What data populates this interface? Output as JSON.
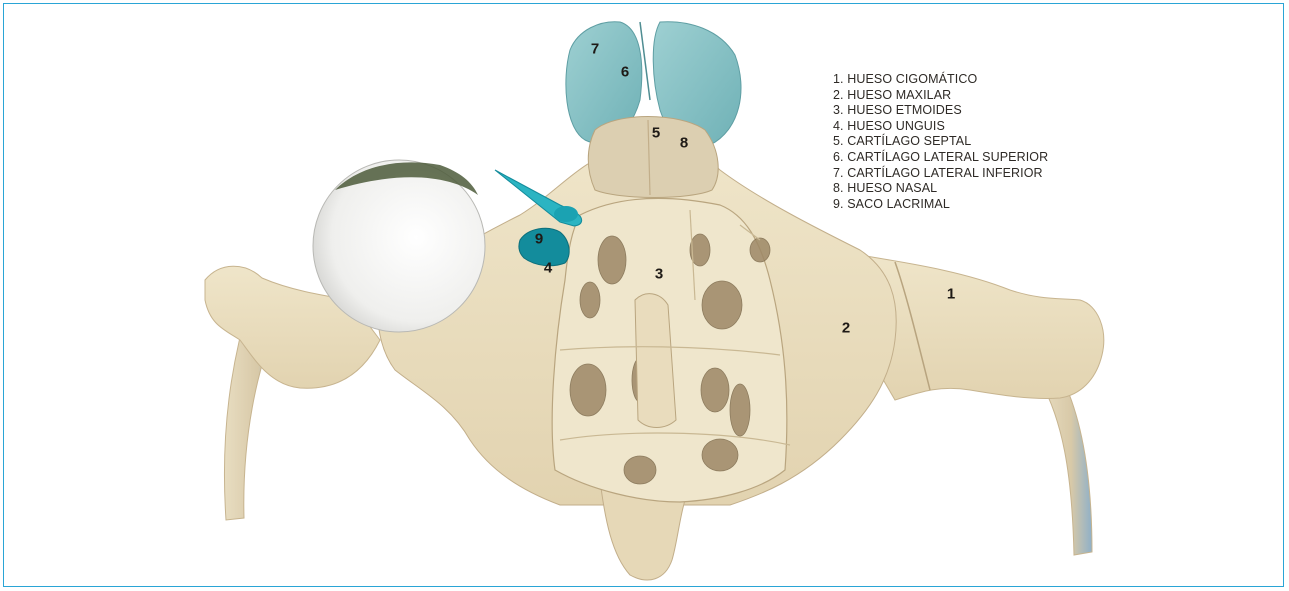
{
  "legend": {
    "items": [
      "1. HUESO CIGOMÁTICO",
      "2. HUESO MAXILAR",
      "3. HUESO ETMOIDES",
      "4. HUESO UNGUIS",
      "5. CARTÍLAGO SEPTAL",
      "6. CARTÍLAGO LATERAL SUPERIOR",
      "7. CARTÍLAGO LATERAL INFERIOR",
      "8. HUESO NASAL",
      "9. SACO LACRIMAL"
    ]
  },
  "markers": {
    "m1": "1",
    "m2": "2",
    "m3": "3",
    "m4": "4",
    "m5": "5",
    "m6": "6",
    "m7": "7",
    "m8": "8",
    "m9": "9"
  },
  "colors": {
    "frame": "#2aa5d6",
    "bone": "#ebdfc1",
    "bone_shadow": "#cbb996",
    "cartilage": "#86c1c4",
    "lacrimal": "#138c9c",
    "eyeball": "#f4f4f2"
  }
}
